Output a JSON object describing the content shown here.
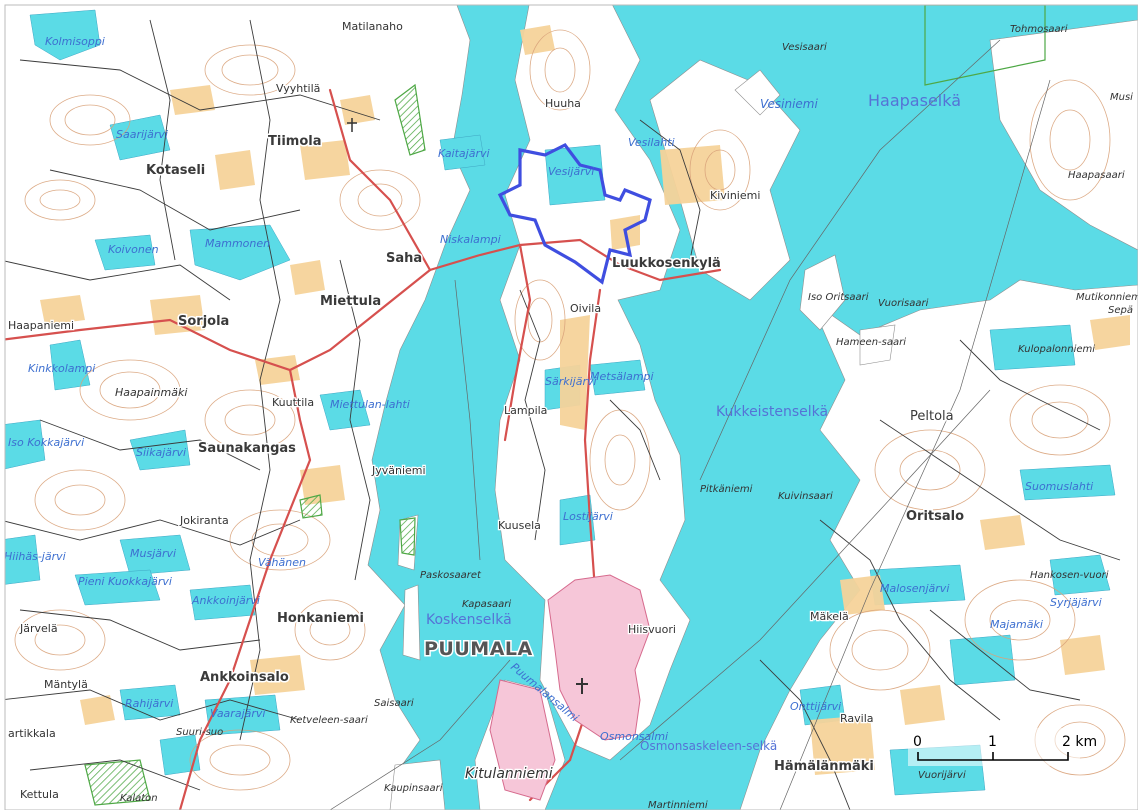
{
  "map": {
    "colors": {
      "water": "#5bdbe6",
      "land": "#ffffff",
      "field": "#f6d39a",
      "contour": "#d9a27a",
      "road_main": "#d6504e",
      "road_minor": "#3b3b3b",
      "water_label": "#3d6fd0",
      "boundary": "#3f4ee0",
      "urban": "#f6c6d8",
      "protected": "#4ea845"
    },
    "town_label": "PUUMALA",
    "village_labels": [
      "Tiimola",
      "Kotaseli",
      "Saha",
      "Miettula",
      "Sorjola",
      "Luukkosenkylä",
      "Saunakangas",
      "Honkaniemi",
      "Ankkoinsalo",
      "Peltola",
      "Oritsalo",
      "Hämälänmäki"
    ],
    "local_labels": [
      "Matilanaho",
      "Vyyhtilä",
      "Huuha",
      "Kiviniemi",
      "Haapaniemi",
      "Oivila",
      "Haapainmäki",
      "Kuuttila",
      "Lampila",
      "Jyväniemi",
      "Jokiranta",
      "Kuusela",
      "Hiisvuori",
      "Mäkelä",
      "Järvelä",
      "Mäntylä",
      "artikkala",
      "Kettula",
      "Ravila",
      "Kitulanniemi"
    ],
    "water_labels": [
      "Kolmisoppi",
      "Saarijärvi",
      "Kaitajärvi",
      "Vesijärvi",
      "Vesilahti",
      "Vesiniemi",
      "Mammonen",
      "Koivonen",
      "Niskalampi",
      "Särkijärvi",
      "Metsälampi",
      "Siikajärvi",
      "Miettulan-lahti",
      "Lostijärvi",
      "Musjärvi",
      "Vähänen",
      "Pieni Kuokkajärvi",
      "Ankkoinjärvi",
      "Rahijärvi",
      "Vaarajärvi",
      "Suomuslahti",
      "Malosenjärvi",
      "Syrjäjärvi",
      "Onttijärvi",
      "Puumalansalmi",
      "Osmonsalmi",
      "Iso Kokkajärvi",
      "Hiihäs-järvi",
      "Kinkkolampi",
      "Majamäki"
    ],
    "water_labels_large": [
      "Haapaselkä",
      "Kukkeistenselkä",
      "Koskenselkä",
      "Osmonsaskeleen-selkä"
    ],
    "island_labels": [
      "Tohmosaari",
      "Vesisaari",
      "Iso Oritsaari",
      "Vuorisaari",
      "Hameen-saari",
      "Pitkäniemi",
      "Kuivinsaari",
      "Paskosaaret",
      "Kapasaari",
      "Saisaari",
      "Ketveleen-saari",
      "Suuri-suo",
      "Kaupinsaari",
      "Martinniemi",
      "Haapasaari",
      "Mutikonniemi",
      "Kulopalonniemi",
      "Hankosen-vuori",
      "Kalaton",
      "Vuorijärvi",
      "Musi",
      "Sepä"
    ],
    "scale_bar": {
      "labels": [
        "0",
        "1",
        "2 km"
      ]
    }
  }
}
